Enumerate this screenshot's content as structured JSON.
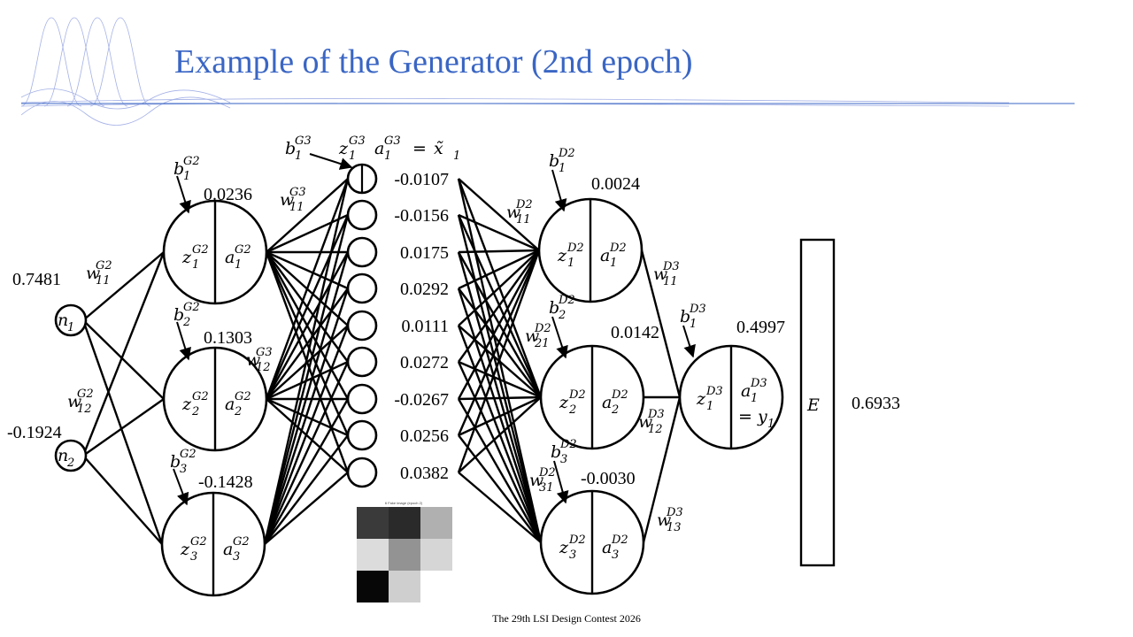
{
  "slide": {
    "title": "Example of the Generator (2nd epoch)",
    "footer": "The 29th LSI Design Contest 2026",
    "accent_color": "#3A66C4"
  },
  "inputs": [
    {
      "node": "n",
      "sub": "1",
      "value": "0.7481"
    },
    {
      "node": "n",
      "sub": "2",
      "value": "-0.1924"
    }
  ],
  "gen_hidden": [
    {
      "bias": "b",
      "bias_sup": "G2",
      "bias_sub": "1",
      "z": "z",
      "z_sub": "1",
      "a": "a",
      "a_sub": "1",
      "sup": "G2",
      "value": "0.0236"
    },
    {
      "bias": "b",
      "bias_sup": "G2",
      "bias_sub": "2",
      "z": "z",
      "z_sub": "2",
      "a": "a",
      "a_sub": "2",
      "sup": "G2",
      "value": "0.1303"
    },
    {
      "bias": "b",
      "bias_sup": "G2",
      "bias_sub": "3",
      "z": "z",
      "z_sub": "3",
      "a": "a",
      "a_sub": "3",
      "sup": "G2",
      "value": "-0.1428"
    }
  ],
  "gen_weights": [
    {
      "w": "w",
      "sub": "11",
      "sup": "G2"
    },
    {
      "w": "w",
      "sub": "12",
      "sup": "G2"
    },
    {
      "w": "w",
      "sub": "11",
      "sup": "G3"
    },
    {
      "w": "w",
      "sub": "12",
      "sup": "G3"
    }
  ],
  "gen_output": {
    "bias": "b",
    "bias_sub": "1",
    "bias_sup": "G3",
    "z": "z",
    "z_sub": "1",
    "z_sup": "G3",
    "a": "a",
    "a_sub": "1",
    "a_sup": "G3",
    "eq": "=",
    "x": "x̃",
    "x_sub": "1",
    "values": [
      "-0.0107",
      "-0.0156",
      "0.0175",
      "0.0292",
      "0.0111",
      "0.0272",
      "-0.0267",
      "0.0256",
      "0.0382"
    ]
  },
  "fake_image": {
    "caption": "6 Fake image (epoch 2)",
    "pixels": [
      [
        "#3a3a3a",
        "#2a2a2a",
        "#b0b0b0"
      ],
      [
        "#dcdcdc",
        "#939393",
        "#d6d6d6"
      ],
      [
        "#070707",
        "#cfcfcf",
        "#ffffff"
      ]
    ]
  },
  "disc_hidden": [
    {
      "bias": "b",
      "bias_sub": "1",
      "sup": "D2",
      "w": "w",
      "w_sub": "11",
      "z": "z",
      "z_sub": "1",
      "a": "a",
      "a_sub": "1",
      "value": "0.0024"
    },
    {
      "bias": "b",
      "bias_sub": "2",
      "sup": "D2",
      "w": "w",
      "w_sub": "21",
      "z": "z",
      "z_sub": "2",
      "a": "a",
      "a_sub": "2",
      "value": "0.0142"
    },
    {
      "bias": "b",
      "bias_sub": "3",
      "sup": "D2",
      "w": "w",
      "w_sub": "31",
      "z": "z",
      "z_sub": "3",
      "a": "a",
      "a_sub": "3",
      "value": "-0.0030"
    }
  ],
  "disc_weights": [
    {
      "w": "w",
      "sub": "11",
      "sup": "D3"
    },
    {
      "w": "w",
      "sub": "12",
      "sup": "D3"
    },
    {
      "w": "w",
      "sub": "13",
      "sup": "D3"
    }
  ],
  "disc_output": {
    "bias": "b",
    "bias_sub": "1",
    "bias_sup": "D3",
    "z": "z",
    "z_sub": "1",
    "a": "a",
    "a_sub": "1",
    "sup": "D3",
    "eq": "=",
    "y": "y",
    "y_sub": "1",
    "value": "0.4997"
  },
  "error": {
    "label": "E",
    "value": "0.6933"
  }
}
